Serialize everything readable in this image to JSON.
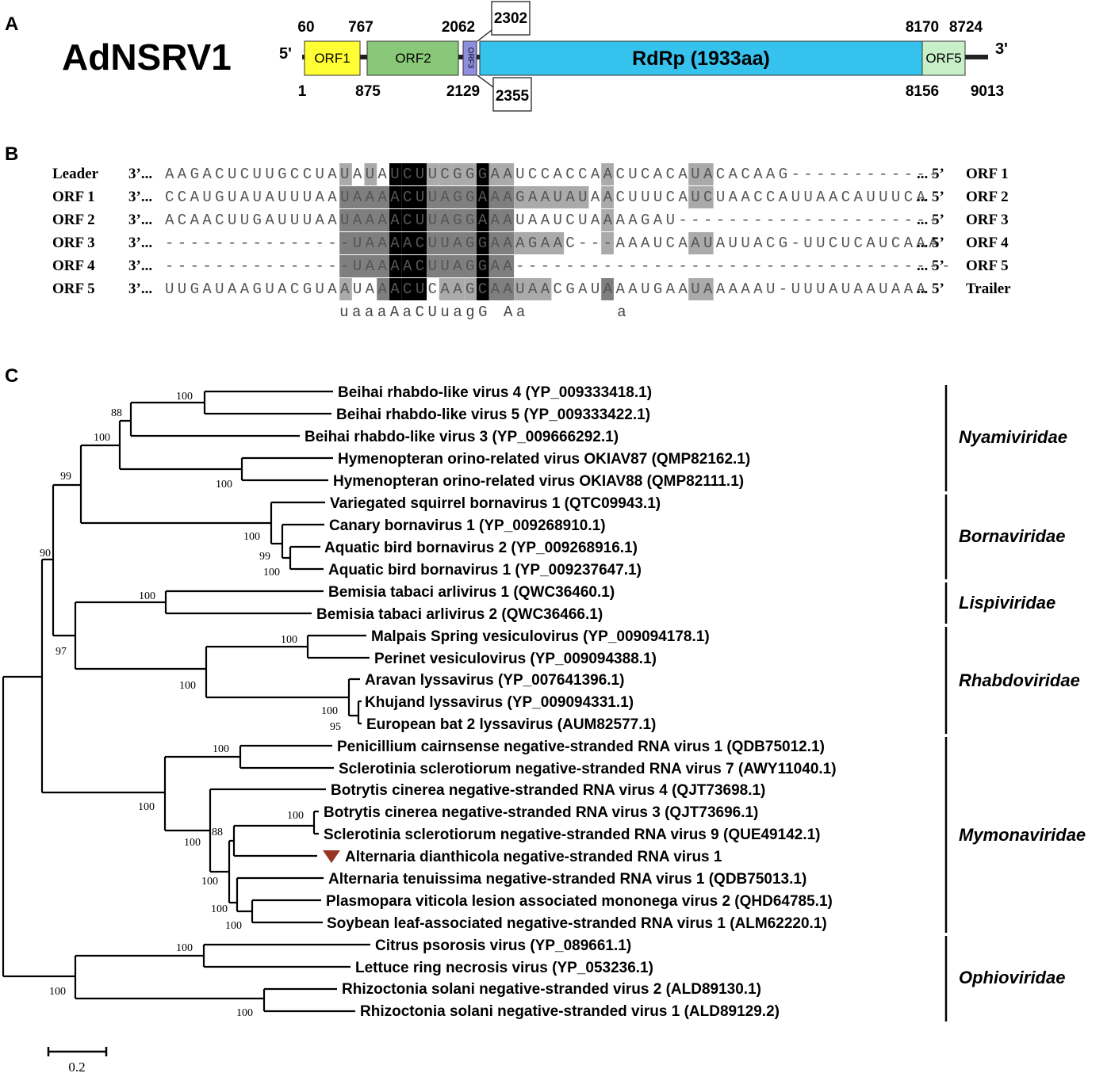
{
  "panels": {
    "a": "A",
    "b": "B",
    "c": "C"
  },
  "genome": {
    "name": "AdNSRV1",
    "five_prime": "5'",
    "three_prime": "3'",
    "orfs": [
      {
        "label": "ORF1",
        "color": "#ffff33"
      },
      {
        "label": "ORF2",
        "color": "#88c878"
      },
      {
        "label": "ORF3",
        "color": "#8f8fe0"
      },
      {
        "label": "RdRp (1933aa)",
        "color": "#35c3ee"
      },
      {
        "label": "ORF5",
        "color": "#c8f0c8"
      }
    ],
    "positions_top": [
      "60",
      "767",
      "2062",
      "8170",
      "8724"
    ],
    "positions_bottom": [
      "1",
      "875",
      "2129",
      "8156",
      "9013"
    ],
    "boxed_top": "2302",
    "boxed_bottom": "2355"
  },
  "alignment": {
    "rows": [
      {
        "left": "Leader",
        "end3": "3’...",
        "seq": "AAGACUCUUGCCUAUAUAUCUUCGGGAAUCCACCAACUCACAUACACAAG------------",
        "end5": "... 5’",
        "right": "ORF 1"
      },
      {
        "left": "ORF 1",
        "end3": "3’...",
        "seq": "CCAUGUAUAUUUAAUAAAACUUAGGAAAGAAUAUAACUUUCAUCUAACCAUUAACAUUUCA",
        "end5": "... 5’",
        "right": "ORF 2"
      },
      {
        "left": "ORF 2",
        "end3": "3’...",
        "seq": "ACAACUUGAUUUAAUAAAACUUAGGAAAUAAUCUAAAAGAU---------------------",
        "end5": "... 5’",
        "right": "ORF 3"
      },
      {
        "left": "ORF 3",
        "end3": "3’...",
        "seq": "---------------UAAAACUUAGGAAAGAAC---AAAUCAAUAUUACG-UUCUCAUCAAA",
        "end5": "... 5’",
        "right": "ORF 4"
      },
      {
        "left": "ORF 4",
        "end3": "3’...",
        "seq": "---------------UAAAACUUAGGAA-----------------------------------",
        "end5": "... 5’",
        "right": "ORF 5"
      },
      {
        "left": "ORF 5",
        "end3": "3’...",
        "seq": "UUGAUAAGUACGUAAUAAACUCAAGCAAUAACGAUAAAUGAAUAAAAAU-UUUAUAAUAAA",
        "end5": "... 5’",
        "right": "Trailer"
      }
    ],
    "consensus": "uaaaAaCUuagG Aa       a",
    "shading": [
      {
        "row": 0,
        "cols": [
          [
            14,
            14,
            "#aaaaaa"
          ],
          [
            16,
            16,
            "#aaaaaa"
          ],
          [
            18,
            18,
            "#000000"
          ],
          [
            19,
            20,
            "#000000"
          ],
          [
            21,
            21,
            "#aaaaaa"
          ],
          [
            22,
            22,
            "#aaaaaa"
          ],
          [
            23,
            24,
            "#aaaaaa"
          ],
          [
            25,
            25,
            "#000000"
          ],
          [
            26,
            27,
            "#aaaaaa"
          ],
          [
            35,
            35,
            "#aaaaaa"
          ],
          [
            42,
            43,
            "#aaaaaa"
          ]
        ]
      },
      {
        "row": 1,
        "cols": [
          [
            14,
            17,
            "#7f7f7f"
          ],
          [
            18,
            18,
            "#000000"
          ],
          [
            19,
            20,
            "#000000"
          ],
          [
            21,
            24,
            "#7f7f7f"
          ],
          [
            25,
            25,
            "#000000"
          ],
          [
            26,
            27,
            "#7f7f7f"
          ],
          [
            28,
            33,
            "#aaaaaa"
          ],
          [
            35,
            35,
            "#aaaaaa"
          ],
          [
            42,
            43,
            "#aaaaaa"
          ]
        ]
      },
      {
        "row": 2,
        "cols": [
          [
            14,
            17,
            "#7f7f7f"
          ],
          [
            18,
            18,
            "#000000"
          ],
          [
            19,
            20,
            "#000000"
          ],
          [
            21,
            24,
            "#7f7f7f"
          ],
          [
            25,
            25,
            "#000000"
          ],
          [
            26,
            27,
            "#7f7f7f"
          ],
          [
            35,
            35,
            "#aaaaaa"
          ]
        ]
      },
      {
        "row": 3,
        "cols": [
          [
            14,
            17,
            "#7f7f7f"
          ],
          [
            18,
            18,
            "#000000"
          ],
          [
            19,
            20,
            "#000000"
          ],
          [
            21,
            24,
            "#7f7f7f"
          ],
          [
            25,
            25,
            "#000000"
          ],
          [
            26,
            27,
            "#7f7f7f"
          ],
          [
            28,
            31,
            "#aaaaaa"
          ],
          [
            35,
            35,
            "#aaaaaa"
          ],
          [
            42,
            43,
            "#aaaaaa"
          ]
        ]
      },
      {
        "row": 4,
        "cols": [
          [
            14,
            17,
            "#7f7f7f"
          ],
          [
            18,
            18,
            "#000000"
          ],
          [
            19,
            20,
            "#000000"
          ],
          [
            21,
            24,
            "#7f7f7f"
          ],
          [
            25,
            25,
            "#000000"
          ],
          [
            26,
            27,
            "#7f7f7f"
          ]
        ]
      },
      {
        "row": 5,
        "cols": [
          [
            14,
            14,
            "#aaaaaa"
          ],
          [
            17,
            17,
            "#7f7f7f"
          ],
          [
            18,
            18,
            "#000000"
          ],
          [
            19,
            20,
            "#000000"
          ],
          [
            22,
            23,
            "#aaaaaa"
          ],
          [
            24,
            24,
            "#aaaaaa"
          ],
          [
            25,
            25,
            "#000000"
          ],
          [
            26,
            27,
            "#7f7f7f"
          ],
          [
            28,
            30,
            "#aaaaaa"
          ],
          [
            35,
            35,
            "#7f7f7f"
          ],
          [
            42,
            43,
            "#aaaaaa"
          ]
        ]
      }
    ]
  },
  "tree": {
    "taxa": [
      "Beihai rhabdo-like virus 4 (YP_009333418.1)",
      "Beihai rhabdo-like virus 5 (YP_009333422.1)",
      "Beihai rhabdo-like virus 3 (YP_009666292.1)",
      "Hymenopteran orino-related virus OKIAV87 (QMP82162.1)",
      "Hymenopteran orino-related virus OKIAV88 (QMP82111.1)",
      "Variegated squirrel bornavirus 1 (QTC09943.1)",
      "Canary bornavirus 1 (YP_009268910.1)",
      "Aquatic bird bornavirus 2 (YP_009268916.1)",
      "Aquatic bird bornavirus 1 (YP_009237647.1)",
      "Bemisia tabaci arlivirus 1 (QWC36460.1)",
      "Bemisia tabaci arlivirus 2 (QWC36466.1)",
      "Malpais Spring vesiculovirus (YP_009094178.1)",
      "Perinet vesiculovirus (YP_009094388.1)",
      "Aravan lyssavirus (YP_007641396.1)",
      "Khujand lyssavirus (YP_009094331.1)",
      "European bat 2 lyssavirus (AUM82577.1)",
      "Penicillium cairnsense negative-stranded RNA virus 1 (QDB75012.1)",
      "Sclerotinia sclerotiorum negative-stranded RNA virus 7 (AWY11040.1)",
      "Botrytis cinerea negative-stranded RNA virus 4 (QJT73698.1)",
      "Botrytis cinerea negative-stranded RNA virus 3 (QJT73696.1)",
      "Sclerotinia sclerotiorum negative-stranded RNA virus 9 (QUE49142.1)",
      "Alternaria dianthicola negative-stranded RNA virus 1",
      "Alternaria tenuissima negative-stranded RNA virus 1 (QDB75013.1)",
      "Plasmopara viticola lesion associated mononega virus 2 (QHD64785.1)",
      "Soybean leaf-associated negative-stranded RNA virus 1 (ALM62220.1)",
      "Citrus psorosis virus (YP_089661.1)",
      "Lettuce ring necrosis virus (YP_053236.1)",
      "Rhizoctonia solani negative-stranded virus 2 (ALD89130.1)",
      "Rhizoctonia solani negative-stranded virus 1 (ALD89129.2)"
    ],
    "families": [
      "Nyamiviridae",
      "Bornaviridae",
      "Lispiviridae",
      "Rhabdoviridae",
      "Mymonaviridae",
      "Ophioviridae"
    ],
    "bootstrap": [
      "100",
      "88",
      "100",
      "100",
      "99",
      "100",
      "99",
      "100",
      "90",
      "100",
      "100",
      "97",
      "100",
      "100",
      "95",
      "100",
      "100",
      "100",
      "88",
      "100",
      "100",
      "100",
      "100",
      "100",
      "100",
      "100"
    ],
    "scale": "0.2",
    "highlight_color": "#993322"
  }
}
